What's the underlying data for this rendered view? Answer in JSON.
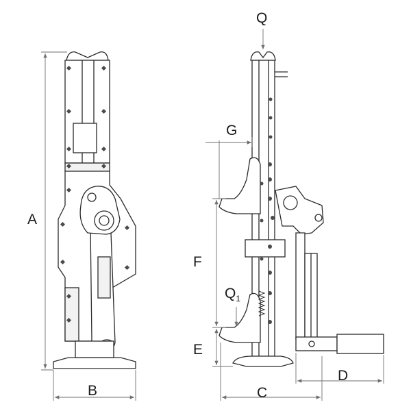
{
  "labels": {
    "A": "A",
    "B": "B",
    "C": "C",
    "D": "D",
    "E": "E",
    "F": "F",
    "G": "G",
    "Q": "Q",
    "Q1_main": "Q",
    "Q1_sub": "1"
  },
  "colors": {
    "line": "#2a2a2a",
    "dim": "#6e6e6e",
    "fill_light": "#f2f2f2",
    "fill_dark": "#4a4a4a"
  }
}
